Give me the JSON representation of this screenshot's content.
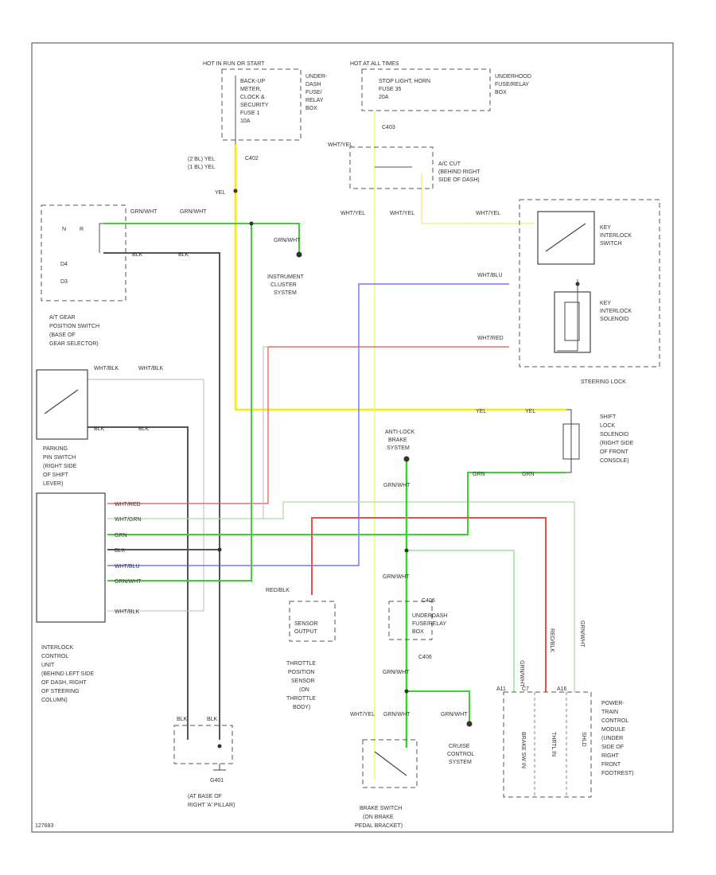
{
  "footer_code": "127683",
  "components": {
    "underdash_fuse": {
      "header": "HOT IN RUN OR START",
      "fuse_lines": [
        "BACK-UP",
        "METER,",
        "CLOCK &",
        "SECURITY",
        "FUSE 1",
        "10A"
      ],
      "box_lines": [
        "UNDER-",
        "DASH",
        "FUSE/",
        "RELAY",
        "BOX"
      ]
    },
    "underhood_fuse_top": {
      "header": "HOT AT ALL TIMES",
      "fuse_lines": [
        "STOP LIGHT, HORN",
        "FUSE 35",
        "20A"
      ],
      "box_lines": [
        "UNDERHOOD",
        "FUSE/RELAY",
        "BOX"
      ]
    },
    "ac_cut": {
      "lines": [
        "A/C CUT",
        "(BEHIND RIGHT",
        "SIDE OF DASH)"
      ],
      "wire_label": "WHT/YEL"
    },
    "gear_switch": {
      "positions": [
        "N",
        "R",
        "D4",
        "D3"
      ],
      "lines": [
        "A/T GEAR",
        "POSITION SWITCH",
        "(BASE OF",
        "GEAR SELECTOR)"
      ]
    },
    "cluster": {
      "lines": [
        "INSTRUMENT",
        "CLUSTER",
        "SYSTEM"
      ]
    },
    "key_interlock": {
      "switch_lines": [
        "KEY",
        "INTERLOCK",
        "SWITCH"
      ],
      "solenoid_lines": [
        "KEY",
        "INTERLOCK",
        "SOLENOID"
      ],
      "group_label": "STEERING LOCK"
    },
    "park_switch": {
      "lines": [
        "PARKING",
        "PIN SWITCH",
        "(RIGHT SIDE",
        "OF SHIFT",
        "LEVER)"
      ]
    },
    "shift_lock": {
      "lines": [
        "SHIFT",
        "LOCK",
        "SOLENOID",
        "(RIGHT SIDE",
        "OF FRONT",
        "CONSOLE)"
      ]
    },
    "abs": {
      "lines": [
        "ANTI-LOCK",
        "BRAKE",
        "SYSTEM"
      ]
    },
    "interlock_unit": {
      "lines": [
        "INTERLOCK",
        "CONTROL",
        "UNIT",
        "(BEHIND LEFT SIDE",
        "OF DASH, RIGHT",
        "OF STEERING",
        "COLUMN)"
      ],
      "pins": [
        "WHT/RED",
        "WHT/GRN",
        "GRN",
        "BLK",
        "WHT/BLU",
        "GRN/WHT",
        "",
        "WHT/BLK"
      ]
    },
    "tps": {
      "top_label": "RED/BLK",
      "box_lines": [
        "SENSOR",
        "OUTPUT"
      ],
      "lines": [
        "THROTTLE",
        "POSITION",
        "SENSOR",
        "(ON",
        "THROTTLE",
        "BODY)"
      ]
    },
    "underdash_fuse_bottom": {
      "lines": [
        "UNDERDASH",
        "FUSE/RELAY",
        "BOX"
      ],
      "conn_top": "C406",
      "conn_bottom": "C406"
    },
    "cruise": {
      "lines": [
        "CRUISE",
        "CONTROL",
        "SYSTEM"
      ],
      "wire": "GRN/WHT"
    },
    "pcm": {
      "pins": [
        "BRAKE SW IN",
        "THRTL IN",
        "SHLD"
      ],
      "lines": [
        "POWER-",
        "TRAIN",
        "CONTROL",
        "MODULE",
        "(UNDER",
        "SIDE OF",
        "RIGHT",
        "FRONT",
        "FOOTREST)"
      ],
      "wires": [
        "GRN/WHT",
        "RED/BLK",
        "GRN/WHT"
      ]
    },
    "brake_switch": {
      "lines": [
        "BRAKE SWITCH",
        "(ON BRAKE",
        "PEDAL BRACKET)"
      ]
    },
    "ground": {
      "lines": [
        "G401",
        "(AT BASE OF",
        "RIGHT 'A' PILLAR)"
      ],
      "wire_labels": [
        "BLK",
        "BLK"
      ]
    }
  },
  "wires": {
    "yel": "YEL",
    "grn_wht": "GRN/WHT",
    "wht_yel": "WHT/YEL",
    "grn": "GRN",
    "blk": "BLK",
    "wht_blk": "WHT/BLK",
    "wht_blu": "WHT/BLU",
    "wht_red": "WHT/RED",
    "red_blk": "RED/BLK",
    "grn_wht_short": "GRN/WHT",
    "grn_wht_abs": "GRN/WHT",
    "conn_c403": "C403",
    "conn_c402": "C402",
    "bl_labels": [
      "(2 BL) YEL",
      "(1 BL) YEL"
    ]
  },
  "colors": {
    "yellow": "#f4f000",
    "green": "#39d42f",
    "blue": "#5a5cf0",
    "red": "#e85050",
    "dark": "#555555",
    "light_green": "#9ee39a",
    "light_yellow": "#f2f28c",
    "gray_wire": "#bbbbbb"
  }
}
